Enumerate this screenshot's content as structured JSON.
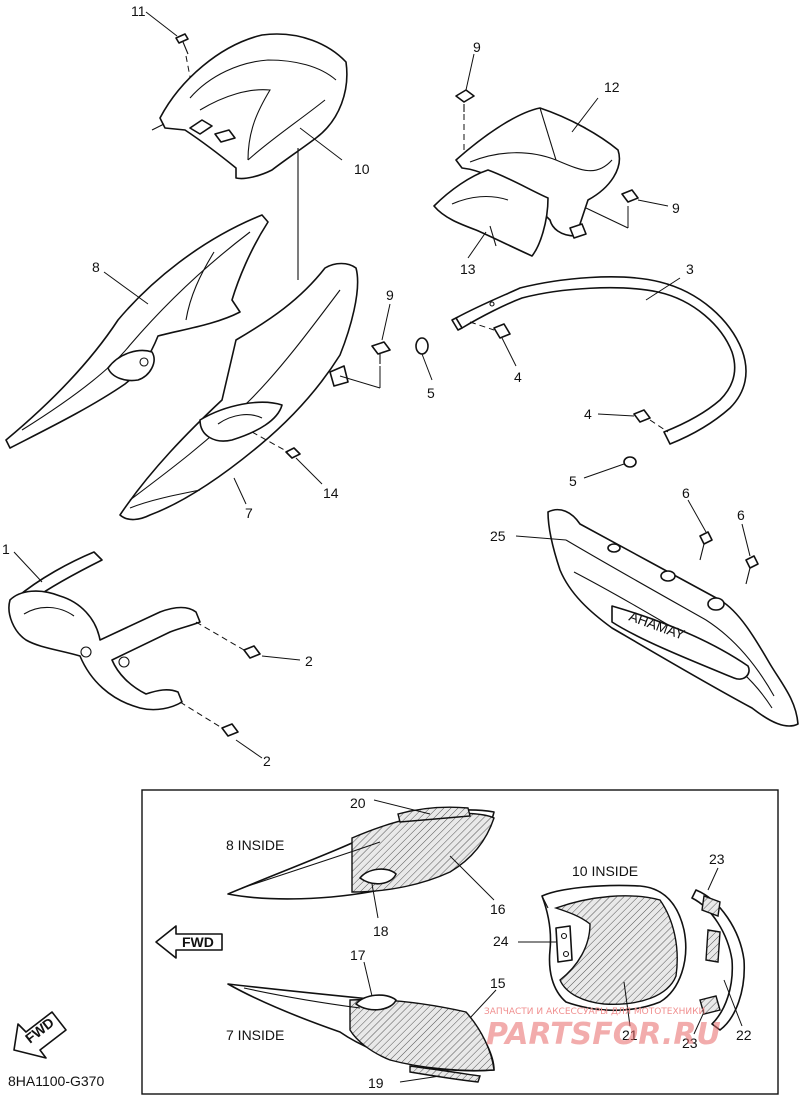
{
  "callouts": {
    "n1": "1",
    "n2a": "2",
    "n2b": "2",
    "n3": "3",
    "n4a": "4",
    "n4b": "4",
    "n5a": "5",
    "n5b": "5",
    "n6a": "6",
    "n6b": "6",
    "n7": "7",
    "n8": "8",
    "n9a": "9",
    "n9b": "9",
    "n9c": "9",
    "n10": "10",
    "n11": "11",
    "n12": "12",
    "n13": "13",
    "n14": "14",
    "n15": "15",
    "n16": "16",
    "n17": "17",
    "n18": "18",
    "n19": "19",
    "n20": "20",
    "n21": "21",
    "n22": "22",
    "n23a": "23",
    "n23b": "23",
    "n24": "24",
    "n25": "25"
  },
  "inset": {
    "label_8_inside": "8 INSIDE",
    "label_10_inside": "10 INSIDE",
    "label_7_inside": "7 INSIDE",
    "fwd": "FWD"
  },
  "plate_brand": "AHAMAY",
  "corner_fwd": "FWD",
  "diagram_code": "8HA1100-G370",
  "watermark": {
    "tagline": "ЗАПЧАСТИ И АКСЕССУАРЫ ДЛЯ МОТОТЕХНИКИ",
    "logo": "PARTSFOR.RU"
  },
  "colors": {
    "line": "#111111",
    "background": "#ffffff",
    "watermark": "#e86a6a"
  }
}
